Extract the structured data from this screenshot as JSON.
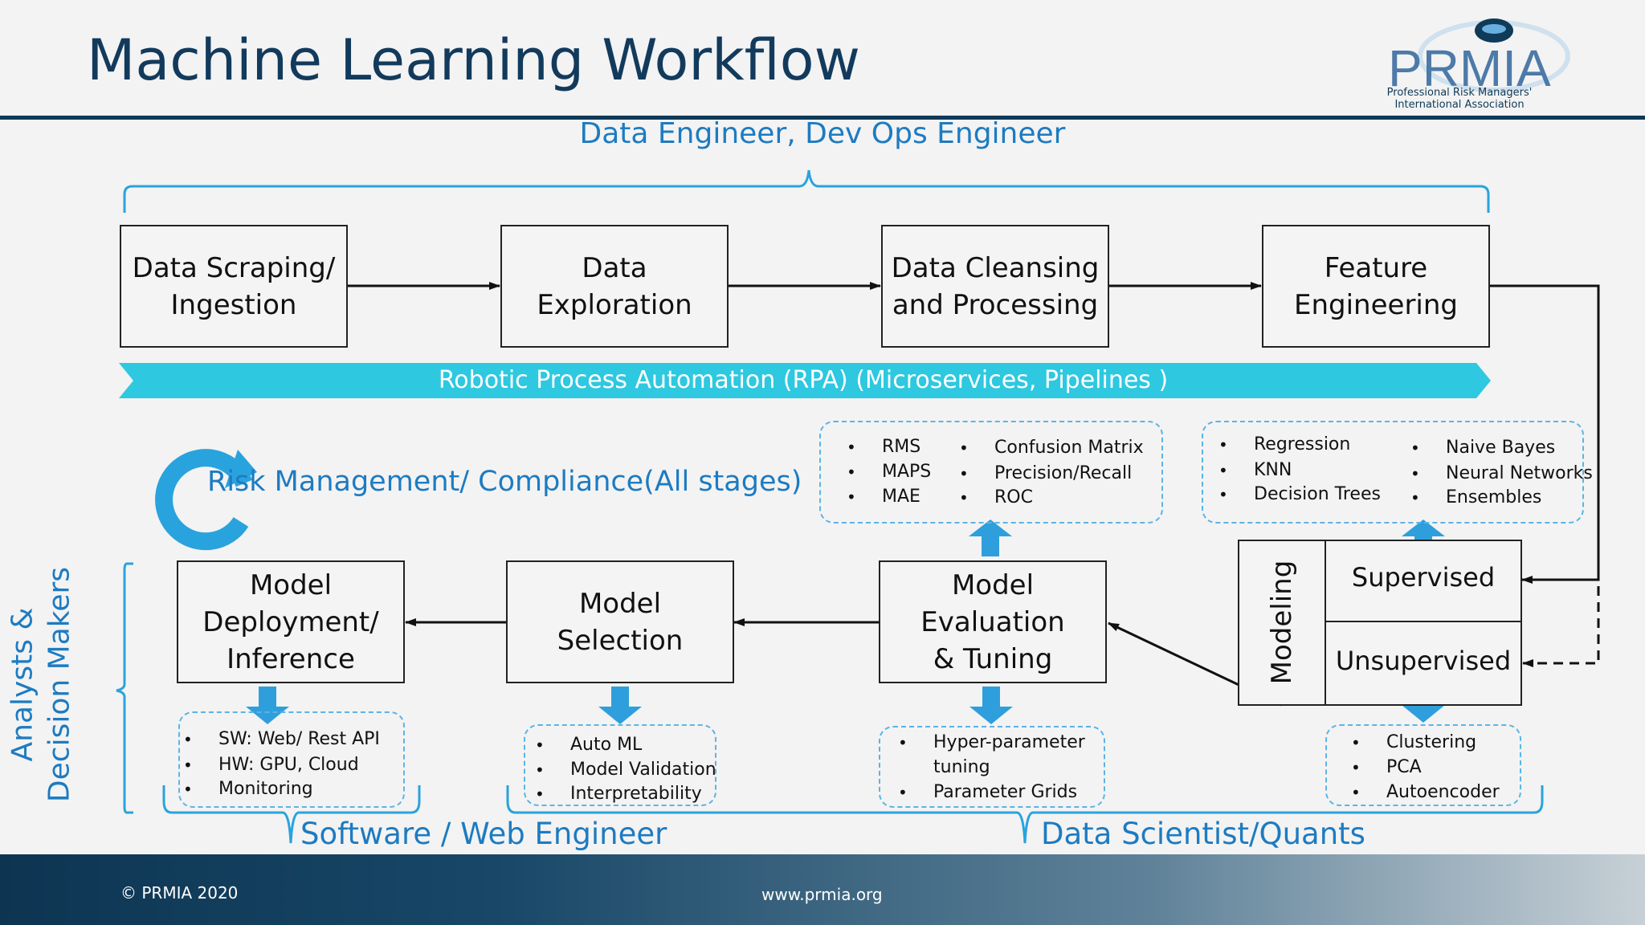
{
  "title": "Machine Learning Workflow",
  "logo": {
    "name": "PRMIA",
    "sub1": "Professional Risk Managers'",
    "sub2": "International Association"
  },
  "roles": {
    "top": "Data Engineer, Dev Ops Engineer",
    "left_line1": "Analysts &",
    "left_line2": "Decision Makers",
    "bottom_left": "Software / Web Engineer",
    "bottom_right": "Data Scientist/Quants"
  },
  "pipeline": {
    "scraping": "Data Scraping/\nIngestion",
    "exploration": "Data\nExploration",
    "cleansing": "Data Cleansing\nand Processing",
    "feature": "Feature\nEngineering"
  },
  "rpa": "Robotic Process Automation (RPA) (Microservices, Pipelines )",
  "risk": "Risk Management/ Compliance(All stages)",
  "stages": {
    "deployment": "Model\nDeployment/\nInference",
    "selection": "Model\nSelection",
    "evaluation": "Model\nEvaluation\n& Tuning"
  },
  "modeling": {
    "label": "Modeling",
    "supervised": "Supervised",
    "unsupervised": "Unsupervised"
  },
  "notes": {
    "metrics_a": [
      "RMS",
      "MAPS",
      "MAE"
    ],
    "metrics_b": [
      "Confusion Matrix",
      "Precision/Recall",
      "ROC"
    ],
    "sup_a": [
      "Regression",
      "KNN",
      "Decision Trees"
    ],
    "sup_b": [
      "Naive Bayes",
      "Neural Networks",
      "Ensembles"
    ],
    "deploy": [
      "SW: Web/ Rest API",
      "HW: GPU, Cloud",
      "Monitoring"
    ],
    "select": [
      "Auto ML",
      "Model Validation",
      "Interpretability"
    ],
    "tuning": [
      "Hyper-parameter",
      "tuning",
      "Parameter Grids"
    ],
    "unsup": [
      "Clustering",
      "PCA",
      "Autoencoder"
    ]
  },
  "footer": {
    "copyright": "© PRMIA 2020",
    "url": "www.prmia.org"
  },
  "colors": {
    "navy": "#0f3a58",
    "accent": "#1d7bc1",
    "arrow_blue": "#2e9fdc",
    "rpa": "#2ec8e0"
  }
}
